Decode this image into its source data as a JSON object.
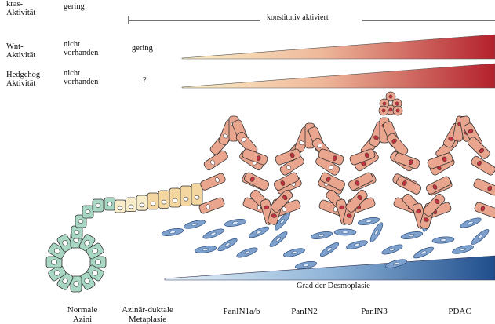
{
  "rows": {
    "kras": {
      "name": "kras-\nAktivität",
      "level_normal": "gering",
      "level_active": "konstitutiv aktiviert"
    },
    "wnt": {
      "name": "Wnt-\nAktivität",
      "level_normal": "nicht\nvorhanden",
      "level_adm": "gering"
    },
    "hedgehog": {
      "name": "Hedgehog-\nAktivität",
      "level_normal": "nicht\nvorhanden",
      "level_adm": "?"
    }
  },
  "desmoplasia_label": "Grad der Desmoplasie",
  "stages": [
    {
      "label": "Normale\nAzini"
    },
    {
      "label": "Azinär-duktale\nMetaplasie"
    },
    {
      "label": "PanIN1a/b"
    },
    {
      "label": "PanIN2"
    },
    {
      "label": "PanIN3"
    },
    {
      "label": "PDAC"
    }
  ],
  "colors": {
    "ramp_start": "#fbf0c8",
    "ramp_end": "#b3202c",
    "desmo_start": "#d8ecf6",
    "desmo_end": "#1f4e8c",
    "acinar_cell": "#a8d8c4",
    "adm_cell": "#f4d7a0",
    "panin_cell": "#eaa58e",
    "nucleus": "#c2303c",
    "stroma_cell": "#7ea0cc"
  }
}
